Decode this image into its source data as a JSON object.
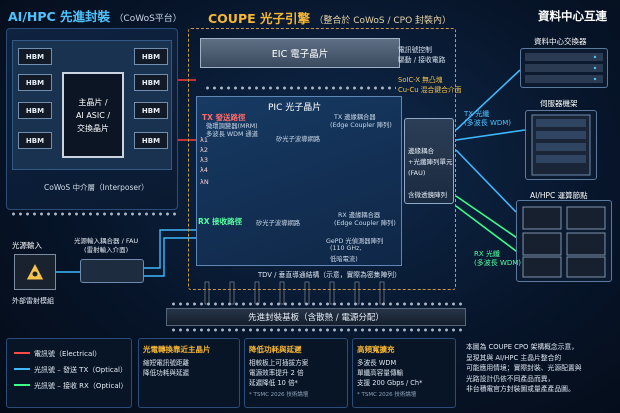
{
  "titles": {
    "left_main": "AI/HPC 先進封裝",
    "left_sub": "（CoWoS平台）",
    "center_main": "COUPE 光子引擎",
    "center_sub": "（整合於 CoWoS / CPO 封裝內）",
    "right_main": "資料中心互連"
  },
  "cowos": {
    "hbm_label": "HBM",
    "asic_lines": [
      "主晶片 /",
      "AI ASIC /",
      "交換晶片"
    ],
    "interposer": "CoWoS 中介層（Interposer）"
  },
  "eic": {
    "label": "EIC 電子晶片",
    "note_lines": [
      "電訊號控制",
      "驅動 / 接收電路"
    ],
    "hybrid_lines": [
      "SoIC-X 無凸塊",
      "Cu-Cu 混合鍵合介面"
    ]
  },
  "pic": {
    "label": "PIC 光子晶片",
    "tx": {
      "title": "TX 發送路徑",
      "desc_lines": [
        "微環調變器(MRM)",
        "多波長 WDM 通道"
      ],
      "waveguide": "矽光子波導網路",
      "coupler_lines": [
        "TX 邊緣耦合器",
        "(Edge Coupler 陣列)"
      ],
      "lambdas": [
        "λ1",
        "λ2",
        "λ3",
        "λ4",
        "λN"
      ]
    },
    "rx": {
      "title": "RX 接收路徑",
      "waveguide": "矽光子波導網路",
      "coupler_lines": [
        "RX 邊緣耦合器",
        "(Edge Coupler 陣列)"
      ],
      "pd_lines": [
        "GePD 光偵測器陣列",
        "(110 GHz,",
        "低暗電流)"
      ]
    },
    "tdv": "TDV / 垂直導通結構（示意，實際為密集陣列）"
  },
  "fau": {
    "lines": [
      "邊緣耦合",
      "+光纖陣列單元",
      "(FAU)",
      "",
      "含微透鏡陣列"
    ]
  },
  "substrate": "先進封裝基板（含散熱 / 電源分配）",
  "laser": {
    "title": "光源輸入",
    "module": "外部雷射模組",
    "coupler_lines": [
      "光源輸入耦合器 / FAU",
      "(雷射輸入介面)"
    ]
  },
  "datacenter": {
    "rack": "資料中心交換器",
    "server": "伺服器機架",
    "node": "AI/HPC 運算節點",
    "tx_link": [
      "TX 光纖",
      "(多波長 WDM)"
    ],
    "rx_link": [
      "RX 光纖",
      "(多波長 WDM)"
    ]
  },
  "legend": {
    "electrical": "電訊號（Electrical）",
    "tx": "光訊號 – 發送 TX（Optical）",
    "rx": "光訊號 – 接收 RX（Optical）"
  },
  "features": [
    {
      "title": "光電轉換靠近主晶片",
      "body": [
        "縮短電訊號距離",
        "降低功耗與延遲"
      ],
      "note": ""
    },
    {
      "title": "降低功耗與延遲",
      "body": [
        "相較板上可插拔方案",
        "電源效率提升 2 倍",
        "延遲降低 10 倍*"
      ],
      "note": "* TSMC 2026 技術論壇"
    },
    {
      "title": "高頻寬擴充",
      "body": [
        "多波長 WDM",
        "單纖高容量傳輸",
        "支援 200 Gbps / Ch*"
      ],
      "note": "* TSMC 2026 技術論壇"
    }
  ],
  "note": {
    "lines": [
      "本圖為 COUPE CPO 架構概念示意，",
      "呈現其與 AI/HPC 主晶片整合的",
      "可能應用情境；實際封裝、光源配置與",
      "光路設計仍依不同產品而異，",
      "非台積電官方封裝圖或量產產品圖。"
    ]
  },
  "colors": {
    "electrical": "#ff4a4a",
    "tx": "#3fb8ff",
    "rx": "#3cff8a",
    "accent": "#f7b733"
  },
  "icons": [
    "laser-icon",
    "thunder-icon",
    "wdm-icon",
    "pin-icon",
    "server-icon"
  ]
}
